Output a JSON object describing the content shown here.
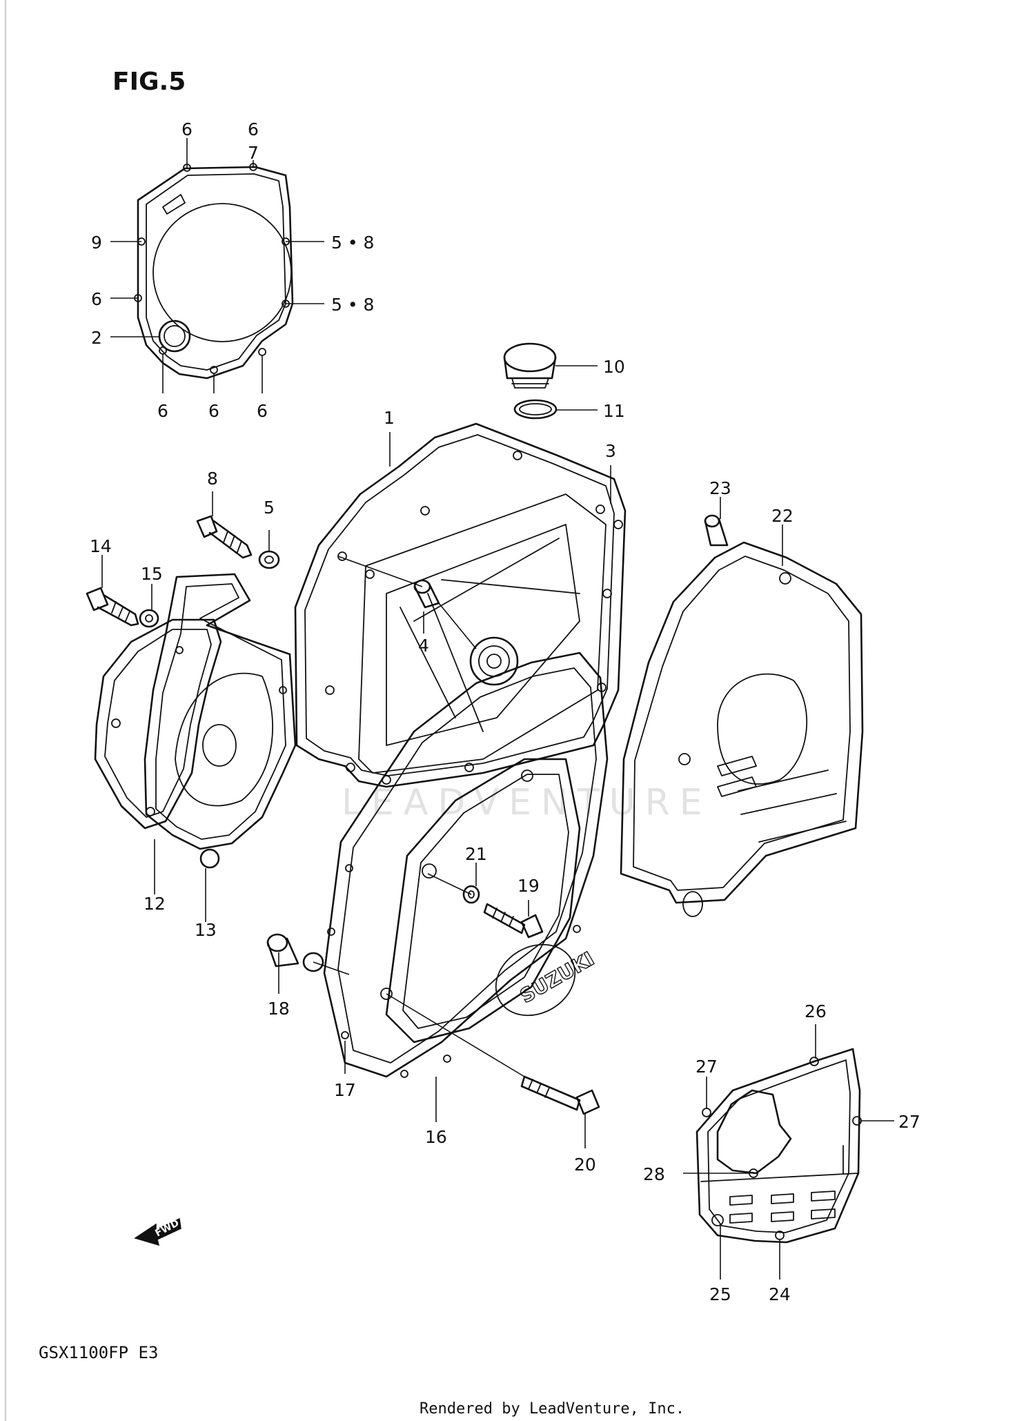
{
  "figure": {
    "title": "FIG.5",
    "model": "GSX1100FP  E3"
  },
  "footer": {
    "rendered_by": "Rendered by LeadVenture, Inc."
  },
  "watermark": {
    "text": "LEADVENTURE"
  },
  "logo": {
    "text": "SUZUKI"
  },
  "fwd_arrow": {
    "text": "FWD"
  },
  "callouts": [
    {
      "label": "6"
    },
    {
      "label": "6"
    },
    {
      "label": "7"
    },
    {
      "label": "9"
    },
    {
      "label": "5 • 8"
    },
    {
      "label": "6"
    },
    {
      "label": "5 • 8"
    },
    {
      "label": "2"
    },
    {
      "label": "6"
    },
    {
      "label": "6"
    },
    {
      "label": "6"
    },
    {
      "label": "10"
    },
    {
      "label": "11"
    },
    {
      "label": "1"
    },
    {
      "label": "3"
    },
    {
      "label": "8"
    },
    {
      "label": "5"
    },
    {
      "label": "14"
    },
    {
      "label": "15"
    },
    {
      "label": "4"
    },
    {
      "label": "23"
    },
    {
      "label": "22"
    },
    {
      "label": "12"
    },
    {
      "label": "13"
    },
    {
      "label": "21"
    },
    {
      "label": "19"
    },
    {
      "label": "18"
    },
    {
      "label": "17"
    },
    {
      "label": "16"
    },
    {
      "label": "20"
    },
    {
      "label": "26"
    },
    {
      "label": "27"
    },
    {
      "label": "27"
    },
    {
      "label": "28"
    },
    {
      "label": "25"
    },
    {
      "label": "24"
    }
  ]
}
